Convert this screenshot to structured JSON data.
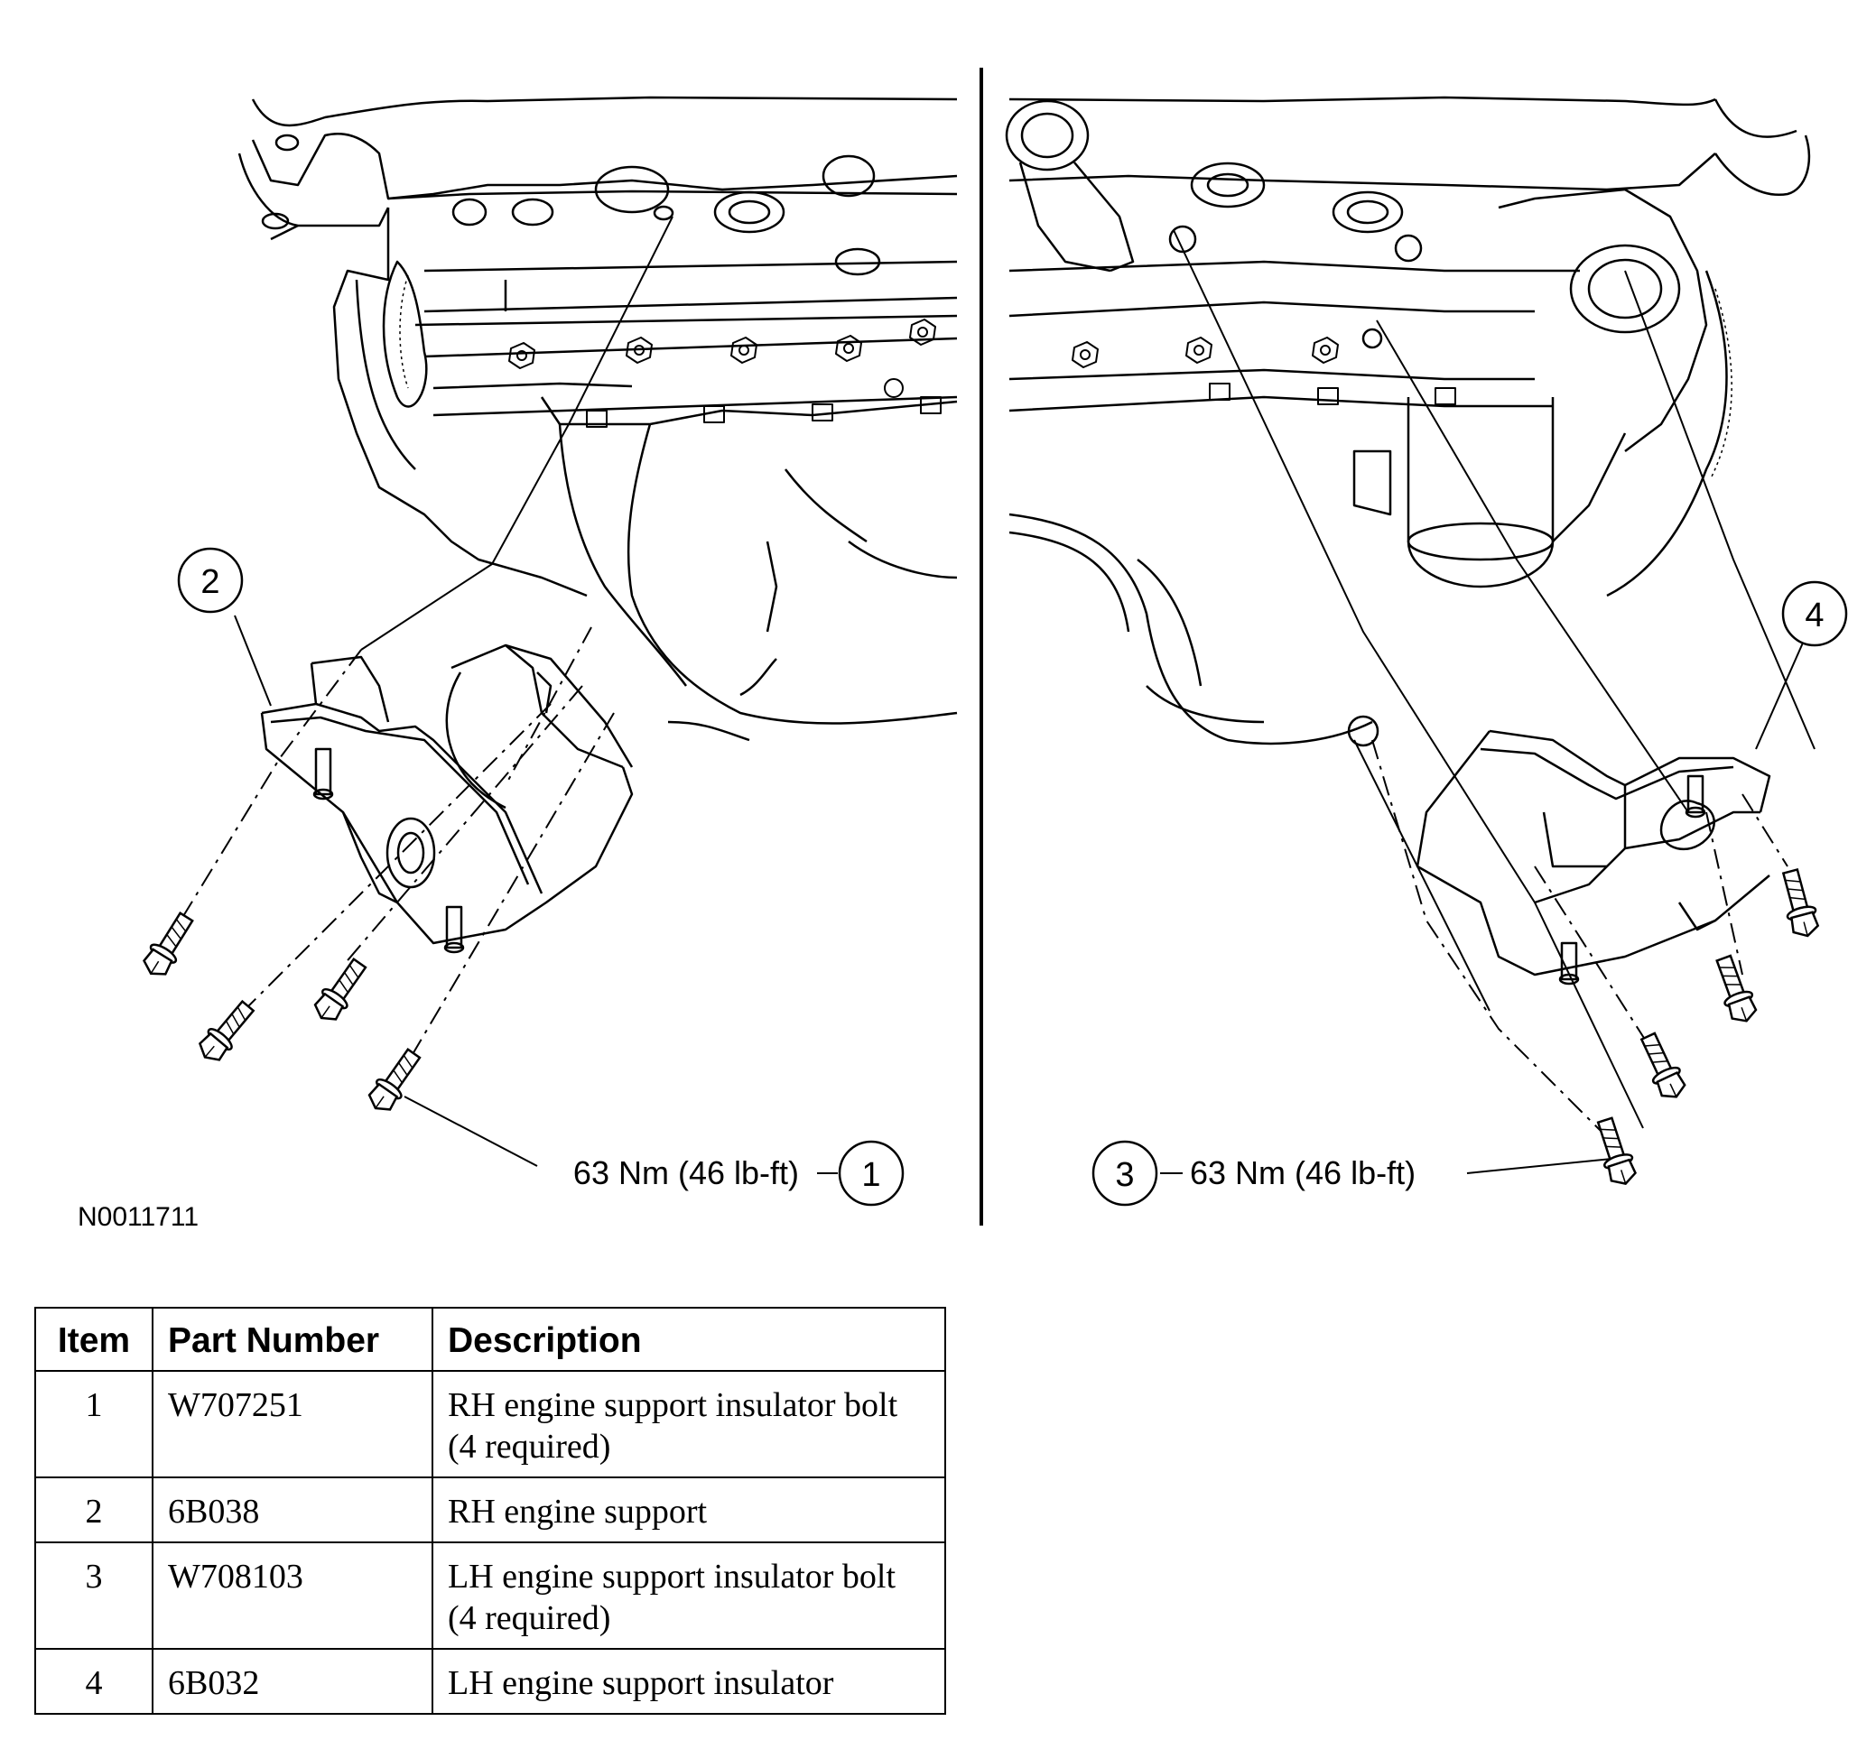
{
  "figure": {
    "id_label": "N0011711",
    "callouts": [
      {
        "number": "1",
        "torque": "63 Nm (46 lb-ft)"
      },
      {
        "number": "2"
      },
      {
        "number": "3",
        "torque": "63 Nm (46 lb-ft)"
      },
      {
        "number": "4"
      }
    ]
  },
  "table": {
    "headers": {
      "item": "Item",
      "part_number": "Part Number",
      "description": "Description"
    },
    "rows": [
      {
        "item": "1",
        "part_number": "W707251",
        "description": "RH engine support insulator bolt (4 required)"
      },
      {
        "item": "2",
        "part_number": "6B038",
        "description": "RH engine support"
      },
      {
        "item": "3",
        "part_number": "W708103",
        "description": "LH engine support insulator bolt (4 required)"
      },
      {
        "item": "4",
        "part_number": "6B032",
        "description": "LH engine support insulator"
      }
    ]
  }
}
